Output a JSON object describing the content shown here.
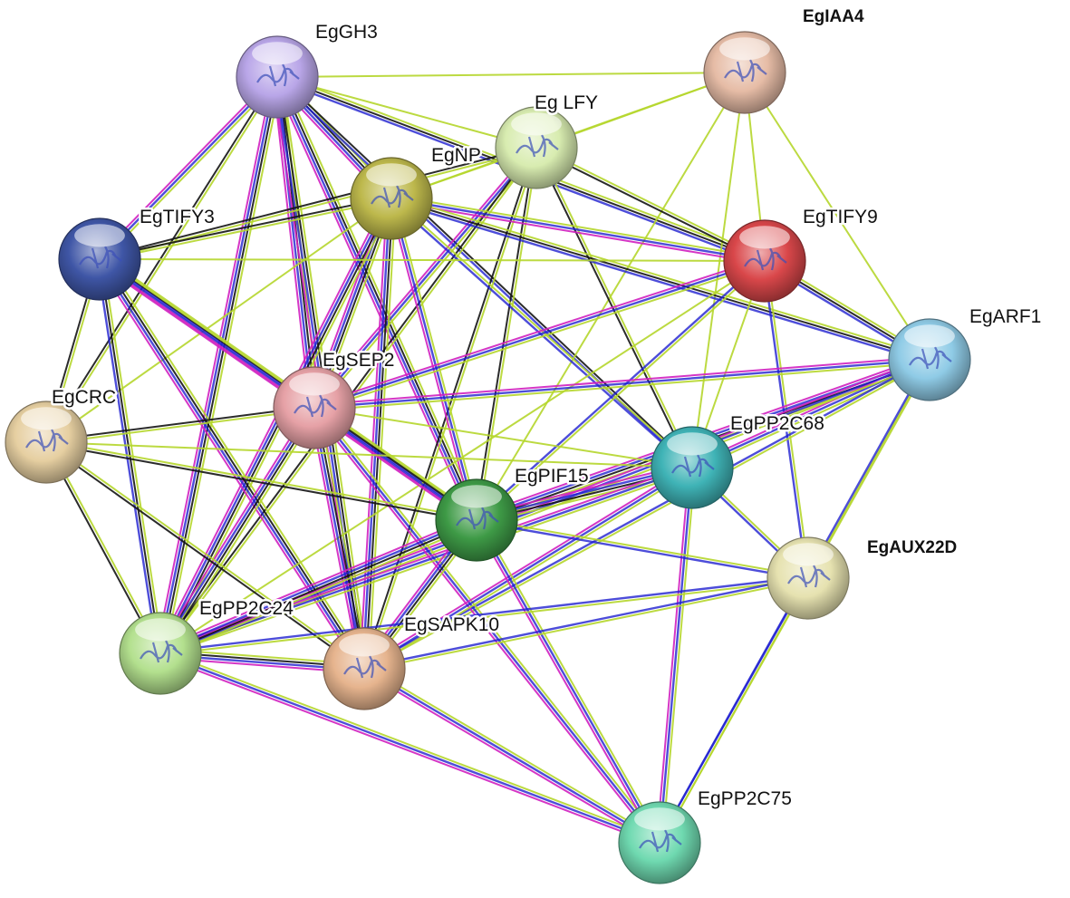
{
  "nodes": [
    {
      "id": "EgGH3",
      "label": "EgGH3",
      "color": "#b9a6e8"
    },
    {
      "id": "EgIAA4",
      "label": "EgIAA4",
      "color": "#e6bca6"
    },
    {
      "id": "EgLFY",
      "label": "Eg LFY",
      "color": "#d8ecb0"
    },
    {
      "id": "EgNP",
      "label": "EgNP",
      "color": "#bdb84c"
    },
    {
      "id": "EgTIFY3",
      "label": "EgTIFY3",
      "color": "#3f56a6"
    },
    {
      "id": "EgTIFY9",
      "label": "EgTIFY9",
      "color": "#d9474a"
    },
    {
      "id": "EgARF1",
      "label": "EgARF1",
      "color": "#8fcbe6"
    },
    {
      "id": "EgSEP2",
      "label": "EgSEP2",
      "color": "#e6a1a6"
    },
    {
      "id": "EgCRC",
      "label": "EgCRC",
      "color": "#e6cfa1"
    },
    {
      "id": "EgPP2C68",
      "label": "EgPP2C68",
      "color": "#3fb3b6"
    },
    {
      "id": "EgPIF15",
      "label": "EgPIF15",
      "color": "#3e9a46"
    },
    {
      "id": "EgAUX22D",
      "label": "EgAUX22D",
      "color": "#e6e2b0"
    },
    {
      "id": "EgPP2C24",
      "label": "EgPP2C24",
      "color": "#b3e08e"
    },
    {
      "id": "EgSAPK10",
      "label": "EgSAPK10",
      "color": "#e6b48e"
    },
    {
      "id": "EgPP2C75",
      "label": "EgPP2C75",
      "color": "#6fd9b0"
    }
  ],
  "edge_colors": {
    "textmining": "#b5d62c",
    "coexpression": "#141414",
    "cooccurrence": "#2020d0",
    "experiments": "#d020c0"
  },
  "edges": [
    {
      "source": "EgGH3",
      "target": "EgIAA4",
      "evidence": [
        "textmining"
      ]
    },
    {
      "source": "EgGH3",
      "target": "EgLFY",
      "evidence": [
        "textmining"
      ]
    },
    {
      "source": "EgGH3",
      "target": "EgNP",
      "evidence": [
        "textmining",
        "coexpression",
        "cooccurrence",
        "experiments"
      ]
    },
    {
      "source": "EgGH3",
      "target": "EgTIFY3",
      "evidence": [
        "textmining",
        "cooccurrence",
        "experiments"
      ]
    },
    {
      "source": "EgGH3",
      "target": "EgTIFY9",
      "evidence": [
        "textmining",
        "coexpression",
        "cooccurrence"
      ]
    },
    {
      "source": "EgGH3",
      "target": "EgSEP2",
      "evidence": [
        "textmining",
        "coexpression",
        "cooccurrence",
        "experiments"
      ]
    },
    {
      "source": "EgGH3",
      "target": "EgCRC",
      "evidence": [
        "textmining",
        "coexpression"
      ]
    },
    {
      "source": "EgGH3",
      "target": "EgPIF15",
      "evidence": [
        "textmining",
        "coexpression",
        "cooccurrence",
        "experiments"
      ]
    },
    {
      "source": "EgGH3",
      "target": "EgPP2C24",
      "evidence": [
        "textmining",
        "coexpression",
        "cooccurrence",
        "experiments"
      ]
    },
    {
      "source": "EgGH3",
      "target": "EgSAPK10",
      "evidence": [
        "textmining",
        "coexpression",
        "cooccurrence",
        "experiments"
      ]
    },
    {
      "source": "EgGH3",
      "target": "EgPP2C68",
      "evidence": [
        "cooccurrence",
        "coexpression"
      ]
    },
    {
      "source": "EgIAA4",
      "target": "EgLFY",
      "evidence": [
        "textmining"
      ]
    },
    {
      "source": "EgIAA4",
      "target": "EgTIFY9",
      "evidence": [
        "textmining"
      ]
    },
    {
      "source": "EgIAA4",
      "target": "EgARF1",
      "evidence": [
        "textmining"
      ]
    },
    {
      "source": "EgIAA4",
      "target": "EgNP",
      "evidence": [
        "textmining"
      ]
    },
    {
      "source": "EgIAA4",
      "target": "EgPIF15",
      "evidence": [
        "textmining"
      ]
    },
    {
      "source": "EgIAA4",
      "target": "EgPP2C68",
      "evidence": [
        "textmining"
      ]
    },
    {
      "source": "EgLFY",
      "target": "EgNP",
      "evidence": [
        "textmining"
      ]
    },
    {
      "source": "EgLFY",
      "target": "EgTIFY9",
      "evidence": [
        "textmining",
        "coexpression"
      ]
    },
    {
      "source": "EgLFY",
      "target": "EgSEP2",
      "evidence": [
        "textmining",
        "cooccurrence",
        "experiments"
      ]
    },
    {
      "source": "EgLFY",
      "target": "EgPIF15",
      "evidence": [
        "textmining",
        "coexpression"
      ]
    },
    {
      "source": "EgLFY",
      "target": "EgPP2C68",
      "evidence": [
        "textmining",
        "coexpression"
      ]
    },
    {
      "source": "EgLFY",
      "target": "EgPP2C24",
      "evidence": [
        "textmining",
        "coexpression"
      ]
    },
    {
      "source": "EgLFY",
      "target": "EgSAPK10",
      "evidence": [
        "textmining",
        "coexpression"
      ]
    },
    {
      "source": "EgLFY",
      "target": "EgTIFY3",
      "evidence": [
        "textmining",
        "coexpression"
      ]
    },
    {
      "source": "EgNP",
      "target": "EgTIFY3",
      "evidence": [
        "textmining",
        "coexpression"
      ]
    },
    {
      "source": "EgNP",
      "target": "EgTIFY9",
      "evidence": [
        "textmining",
        "cooccurrence",
        "experiments"
      ]
    },
    {
      "source": "EgNP",
      "target": "EgARF1",
      "evidence": [
        "textmining",
        "coexpression",
        "cooccurrence"
      ]
    },
    {
      "source": "EgNP",
      "target": "EgSEP2",
      "evidence": [
        "textmining",
        "coexpression",
        "cooccurrence",
        "experiments"
      ]
    },
    {
      "source": "EgNP",
      "target": "EgCRC",
      "evidence": [
        "textmining"
      ]
    },
    {
      "source": "EgNP",
      "target": "EgPIF15",
      "evidence": [
        "textmining",
        "cooccurrence",
        "experiments"
      ]
    },
    {
      "source": "EgNP",
      "target": "EgPP2C68",
      "evidence": [
        "textmining",
        "cooccurrence"
      ]
    },
    {
      "source": "EgNP",
      "target": "EgPP2C24",
      "evidence": [
        "textmining",
        "coexpression",
        "cooccurrence",
        "experiments"
      ]
    },
    {
      "source": "EgNP",
      "target": "EgSAPK10",
      "evidence": [
        "textmining",
        "coexpression",
        "cooccurrence",
        "experiments"
      ]
    },
    {
      "source": "EgTIFY3",
      "target": "EgSEP2",
      "evidence": [
        "textmining",
        "coexpression",
        "cooccurrence",
        "experiments"
      ]
    },
    {
      "source": "EgTIFY3",
      "target": "EgCRC",
      "evidence": [
        "textmining",
        "coexpression"
      ]
    },
    {
      "source": "EgTIFY3",
      "target": "EgPIF15",
      "evidence": [
        "textmining",
        "cooccurrence",
        "experiments"
      ]
    },
    {
      "source": "EgTIFY3",
      "target": "EgPP2C24",
      "evidence": [
        "textmining",
        "coexpression",
        "cooccurrence"
      ]
    },
    {
      "source": "EgTIFY3",
      "target": "EgSAPK10",
      "evidence": [
        "textmining",
        "coexpression",
        "cooccurrence",
        "experiments"
      ]
    },
    {
      "source": "EgTIFY3",
      "target": "EgTIFY9",
      "evidence": [
        "textmining"
      ]
    },
    {
      "source": "EgTIFY9",
      "target": "EgARF1",
      "evidence": [
        "textmining",
        "coexpression",
        "cooccurrence"
      ]
    },
    {
      "source": "EgTIFY9",
      "target": "EgSEP2",
      "evidence": [
        "textmining",
        "cooccurrence",
        "experiments"
      ]
    },
    {
      "source": "EgTIFY9",
      "target": "EgPIF15",
      "evidence": [
        "textmining",
        "cooccurrence"
      ]
    },
    {
      "source": "EgTIFY9",
      "target": "EgAUX22D",
      "evidence": [
        "textmining",
        "cooccurrence"
      ]
    },
    {
      "source": "EgTIFY9",
      "target": "EgPP2C24",
      "evidence": [
        "textmining"
      ]
    },
    {
      "source": "EgTIFY9",
      "target": "EgPP2C68",
      "evidence": [
        "textmining"
      ]
    },
    {
      "source": "EgARF1",
      "target": "EgSEP2",
      "evidence": [
        "textmining",
        "cooccurrence",
        "experiments"
      ]
    },
    {
      "source": "EgARF1",
      "target": "EgPIF15",
      "evidence": [
        "textmining",
        "coexpression",
        "cooccurrence",
        "experiments"
      ]
    },
    {
      "source": "EgARF1",
      "target": "EgPP2C68",
      "evidence": [
        "textmining",
        "cooccurrence",
        "experiments"
      ]
    },
    {
      "source": "EgARF1",
      "target": "EgAUX22D",
      "evidence": [
        "textmining"
      ]
    },
    {
      "source": "EgARF1",
      "target": "EgPP2C24",
      "evidence": [
        "textmining",
        "cooccurrence",
        "experiments"
      ]
    },
    {
      "source": "EgARF1",
      "target": "EgPP2C75",
      "evidence": [
        "textmining",
        "cooccurrence"
      ]
    },
    {
      "source": "EgARF1",
      "target": "EgSAPK10",
      "evidence": [
        "textmining",
        "cooccurrence"
      ]
    },
    {
      "source": "EgSEP2",
      "target": "EgCRC",
      "evidence": [
        "textmining",
        "coexpression"
      ]
    },
    {
      "source": "EgSEP2",
      "target": "EgPIF15",
      "evidence": [
        "textmining",
        "coexpression",
        "cooccurrence",
        "experiments"
      ]
    },
    {
      "source": "EgSEP2",
      "target": "EgPP2C68",
      "evidence": [
        "textmining"
      ]
    },
    {
      "source": "EgSEP2",
      "target": "EgPP2C24",
      "evidence": [
        "textmining",
        "coexpression",
        "cooccurrence",
        "experiments"
      ]
    },
    {
      "source": "EgSEP2",
      "target": "EgSAPK10",
      "evidence": [
        "textmining",
        "coexpression",
        "cooccurrence",
        "experiments"
      ]
    },
    {
      "source": "EgSEP2",
      "target": "EgPP2C75",
      "evidence": [
        "textmining",
        "cooccurrence",
        "experiments"
      ]
    },
    {
      "source": "EgCRC",
      "target": "EgPIF15",
      "evidence": [
        "textmining",
        "coexpression"
      ]
    },
    {
      "source": "EgCRC",
      "target": "EgPP2C24",
      "evidence": [
        "textmining",
        "coexpression"
      ]
    },
    {
      "source": "EgCRC",
      "target": "EgSAPK10",
      "evidence": [
        "textmining",
        "coexpression"
      ]
    },
    {
      "source": "EgCRC",
      "target": "EgPP2C68",
      "evidence": [
        "textmining"
      ]
    },
    {
      "source": "EgPP2C68",
      "target": "EgPIF15",
      "evidence": [
        "textmining",
        "coexpression",
        "cooccurrence",
        "experiments"
      ]
    },
    {
      "source": "EgPP2C68",
      "target": "EgAUX22D",
      "evidence": [
        "textmining",
        "cooccurrence"
      ]
    },
    {
      "source": "EgPP2C68",
      "target": "EgPP2C24",
      "evidence": [
        "textmining",
        "cooccurrence",
        "experiments"
      ]
    },
    {
      "source": "EgPP2C68",
      "target": "EgSAPK10",
      "evidence": [
        "textmining",
        "cooccurrence",
        "experiments"
      ]
    },
    {
      "source": "EgPP2C68",
      "target": "EgPP2C75",
      "evidence": [
        "textmining",
        "cooccurrence",
        "experiments"
      ]
    },
    {
      "source": "EgPIF15",
      "target": "EgAUX22D",
      "evidence": [
        "textmining",
        "cooccurrence"
      ]
    },
    {
      "source": "EgPIF15",
      "target": "EgPP2C24",
      "evidence": [
        "textmining",
        "coexpression",
        "cooccurrence",
        "experiments"
      ]
    },
    {
      "source": "EgPIF15",
      "target": "EgSAPK10",
      "evidence": [
        "textmining",
        "coexpression",
        "cooccurrence",
        "experiments"
      ]
    },
    {
      "source": "EgPIF15",
      "target": "EgPP2C75",
      "evidence": [
        "textmining",
        "cooccurrence",
        "experiments"
      ]
    },
    {
      "source": "EgAUX22D",
      "target": "EgPP2C24",
      "evidence": [
        "textmining",
        "cooccurrence"
      ]
    },
    {
      "source": "EgAUX22D",
      "target": "EgSAPK10",
      "evidence": [
        "textmining",
        "cooccurrence"
      ]
    },
    {
      "source": "EgAUX22D",
      "target": "EgPP2C75",
      "evidence": [
        "textmining",
        "cooccurrence"
      ]
    },
    {
      "source": "EgPP2C24",
      "target": "EgSAPK10",
      "evidence": [
        "textmining",
        "coexpression",
        "cooccurrence",
        "experiments"
      ]
    },
    {
      "source": "EgPP2C24",
      "target": "EgPP2C75",
      "evidence": [
        "textmining",
        "cooccurrence",
        "experiments"
      ]
    },
    {
      "source": "EgSAPK10",
      "target": "EgPP2C75",
      "evidence": [
        "textmining",
        "cooccurrence",
        "experiments"
      ]
    }
  ]
}
